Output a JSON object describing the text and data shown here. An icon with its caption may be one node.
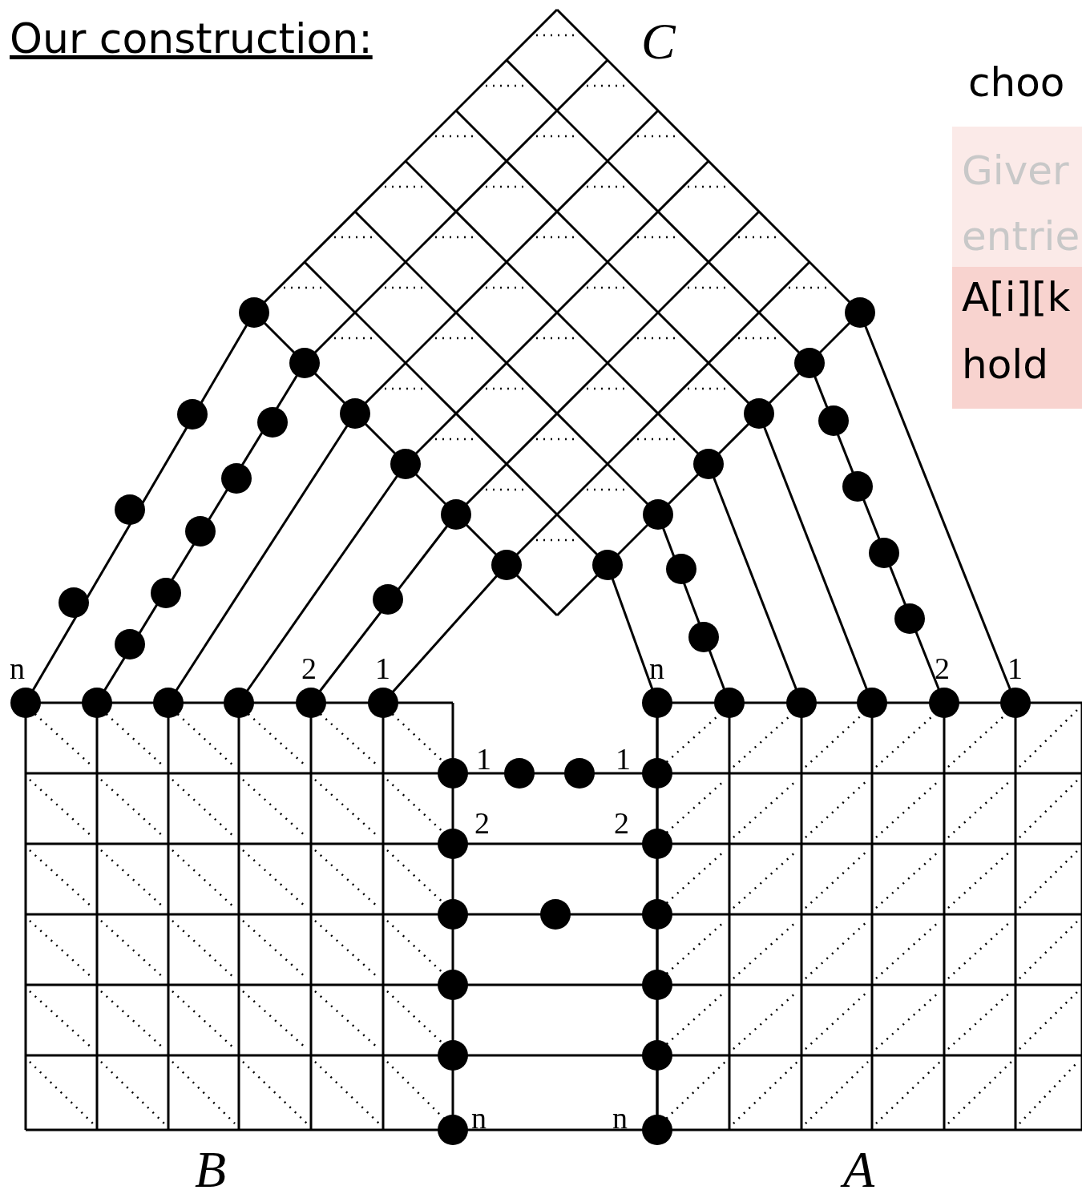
{
  "diagram": {
    "title": "Our construction:",
    "labels": [
      "C",
      "choo",
      "Giver",
      "entrie",
      "A[i][k",
      "hold",
      "n",
      "2",
      "1",
      "n",
      "2",
      "1",
      "1",
      "1",
      "2",
      "2",
      "n",
      "n",
      "B",
      "A"
    ]
  }
}
